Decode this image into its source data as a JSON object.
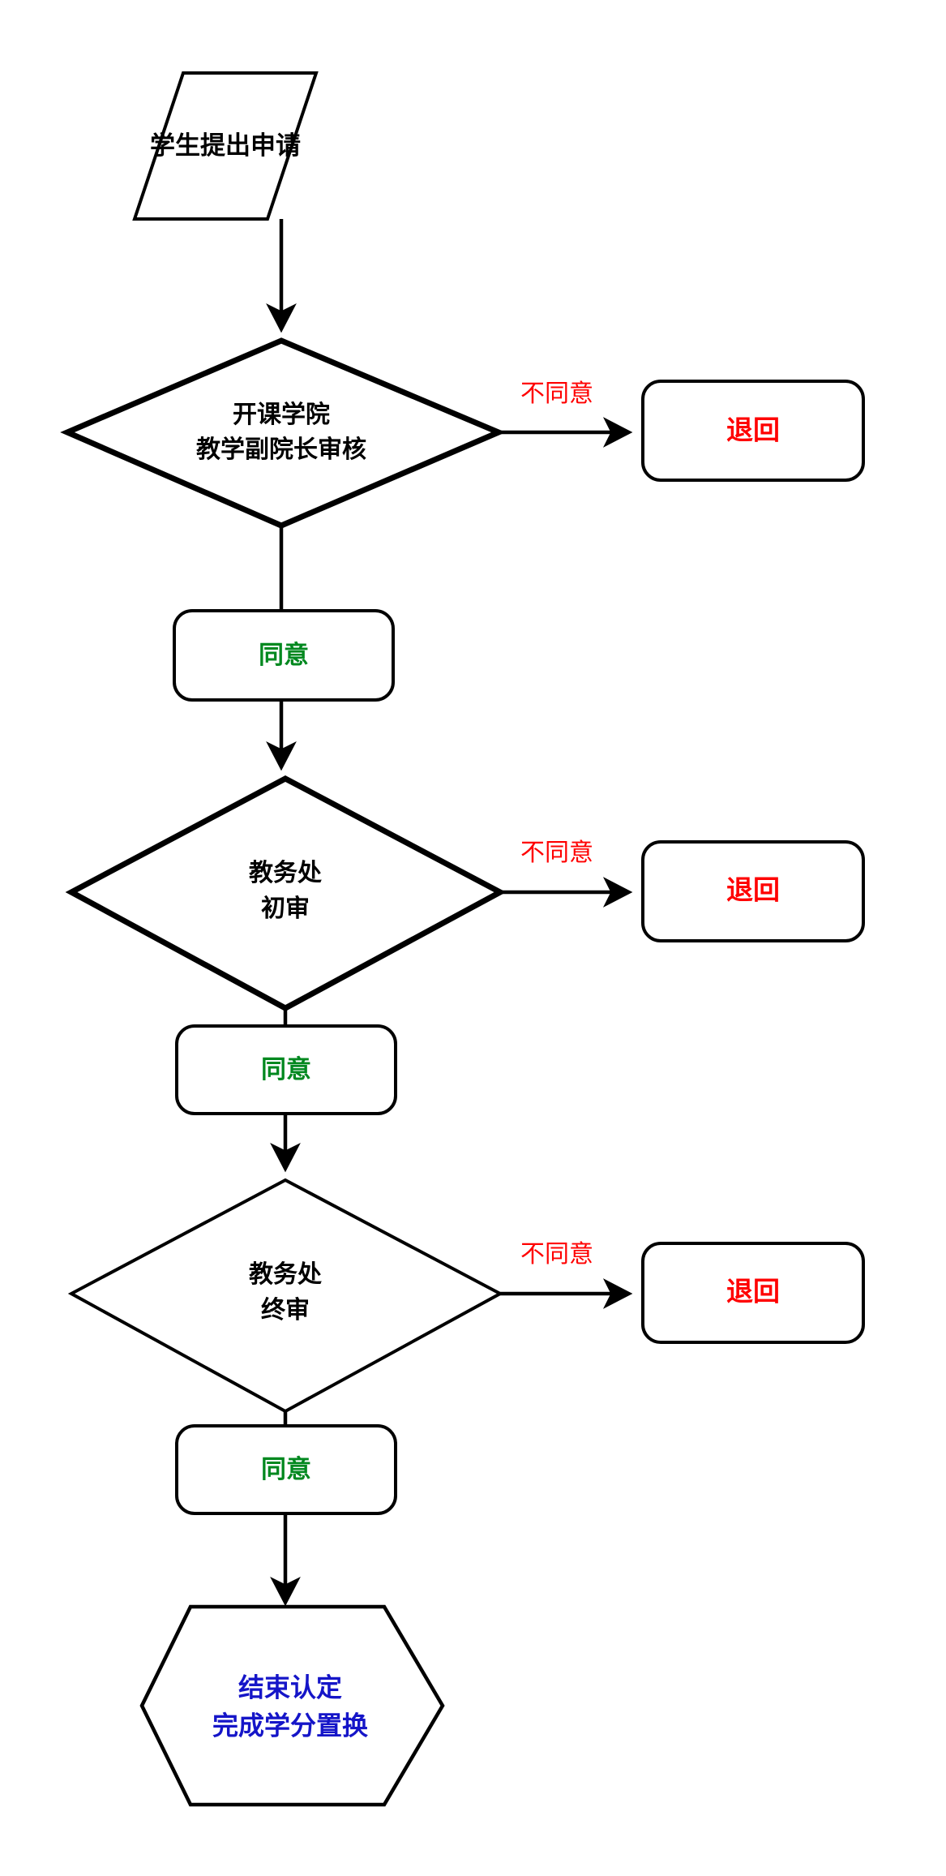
{
  "diagram": {
    "type": "flowchart",
    "orientation": "top-to-bottom",
    "colors": {
      "stroke": "#000000",
      "background": "#ffffff",
      "reject_text": "#ff0000",
      "approve_text": "#00881f",
      "end_text": "#1515c8"
    },
    "nodes": {
      "start": {
        "shape": "parallelogram",
        "label": "学生提出申请"
      },
      "decision1": {
        "shape": "diamond",
        "label_line1": "开课学院",
        "label_line2": "教学副院长审核"
      },
      "decision2": {
        "shape": "diamond",
        "label_line1": "教务处",
        "label_line2": "初审"
      },
      "decision3": {
        "shape": "diamond",
        "label_line1": "教务处",
        "label_line2": "终审"
      },
      "reject1": {
        "shape": "rounded-rect",
        "label": "退回"
      },
      "reject2": {
        "shape": "rounded-rect",
        "label": "退回"
      },
      "reject3": {
        "shape": "rounded-rect",
        "label": "退回"
      },
      "approve1": {
        "shape": "rounded-rect",
        "label": "同意"
      },
      "approve2": {
        "shape": "rounded-rect",
        "label": "同意"
      },
      "approve3": {
        "shape": "rounded-rect",
        "label": "同意"
      },
      "end": {
        "shape": "hexagon",
        "label_line1": "结束认定",
        "label_line2": "完成学分置换"
      }
    },
    "edge_labels": {
      "reject1": "不同意",
      "reject2": "不同意",
      "reject3": "不同意"
    }
  }
}
